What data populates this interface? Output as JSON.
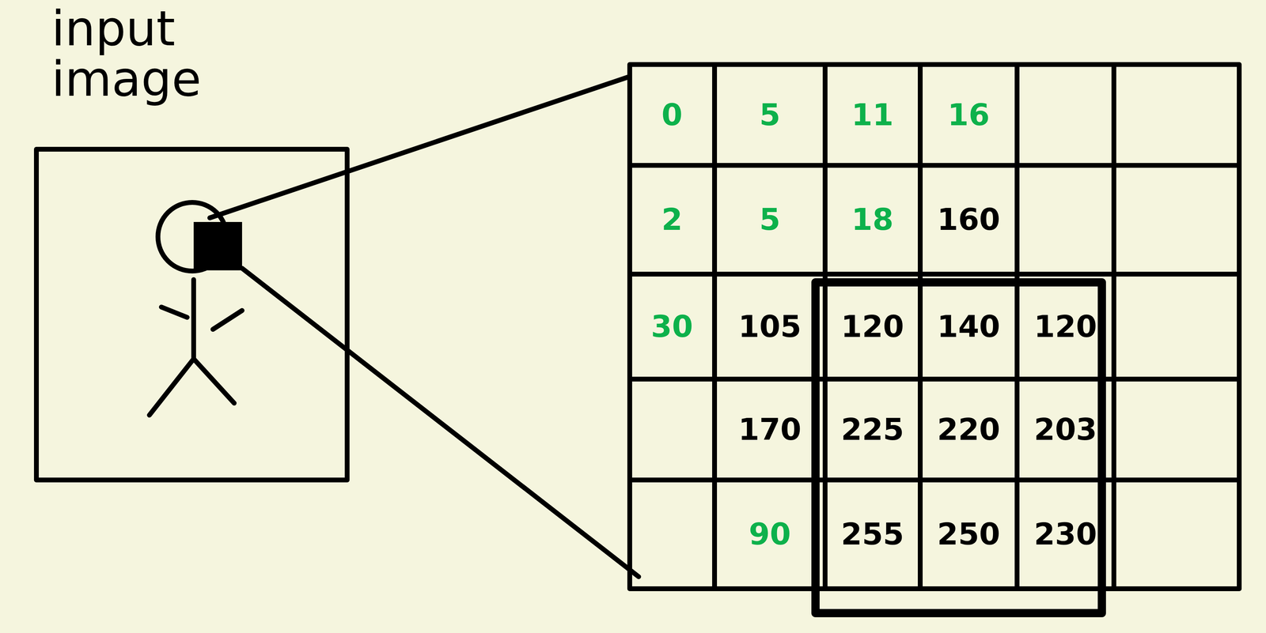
{
  "diagram": {
    "labels": [
      "input image",
      "0",
      "5",
      "11",
      "16",
      "2",
      "5",
      "18",
      "160",
      "30",
      "105",
      "120",
      "140",
      "120",
      "170",
      "225",
      "220",
      "203",
      "90",
      "255",
      "250",
      "230"
    ]
  }
}
